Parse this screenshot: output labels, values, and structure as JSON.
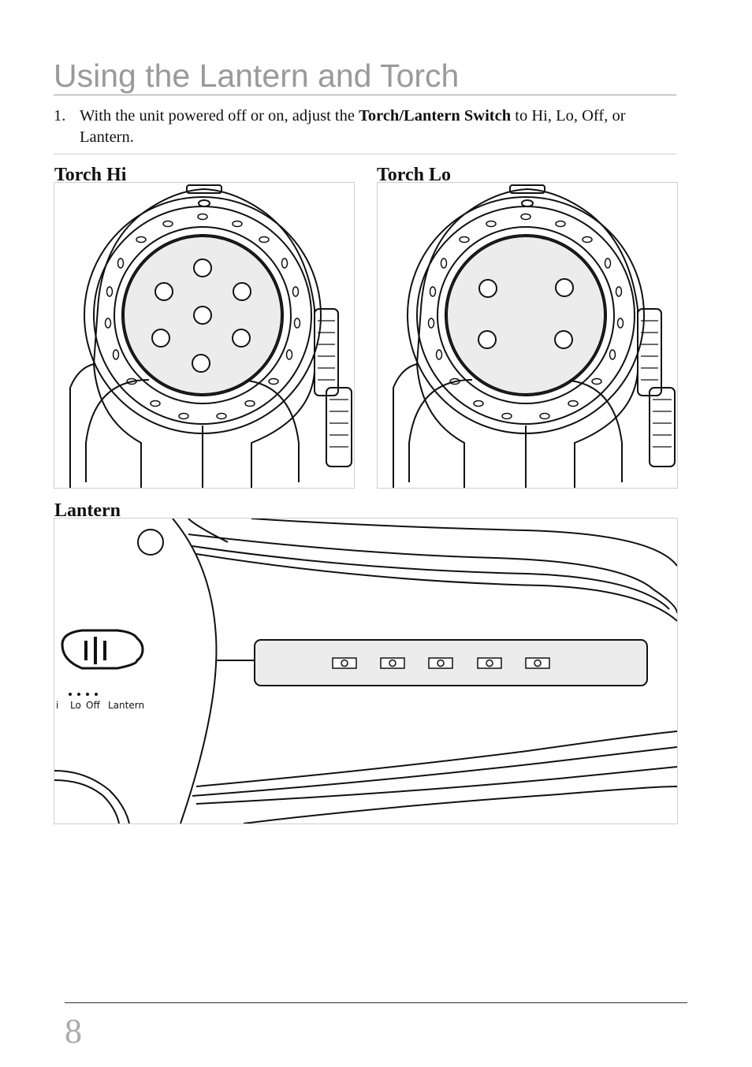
{
  "page": {
    "title": "Using the Lantern and Torch",
    "page_number": "8"
  },
  "instructions": {
    "number": "1.",
    "text_before": "With the unit powered off or on, adjust the ",
    "bold": "Torch/Lantern Switch",
    "text_after": " to Hi, Lo, Off, or Lantern."
  },
  "figures": {
    "torch_hi": {
      "label": "Torch Hi",
      "led_count": 7
    },
    "torch_lo": {
      "label": "Torch Lo",
      "led_count": 4
    },
    "lantern": {
      "label": "Lantern",
      "switch_labels": [
        "i",
        "Lo",
        "Off",
        "Lantern"
      ],
      "lantern_led_count": 5
    }
  },
  "colors": {
    "title": "#9a9a9a",
    "lens_fill": "#ececec",
    "line": "#111111"
  }
}
